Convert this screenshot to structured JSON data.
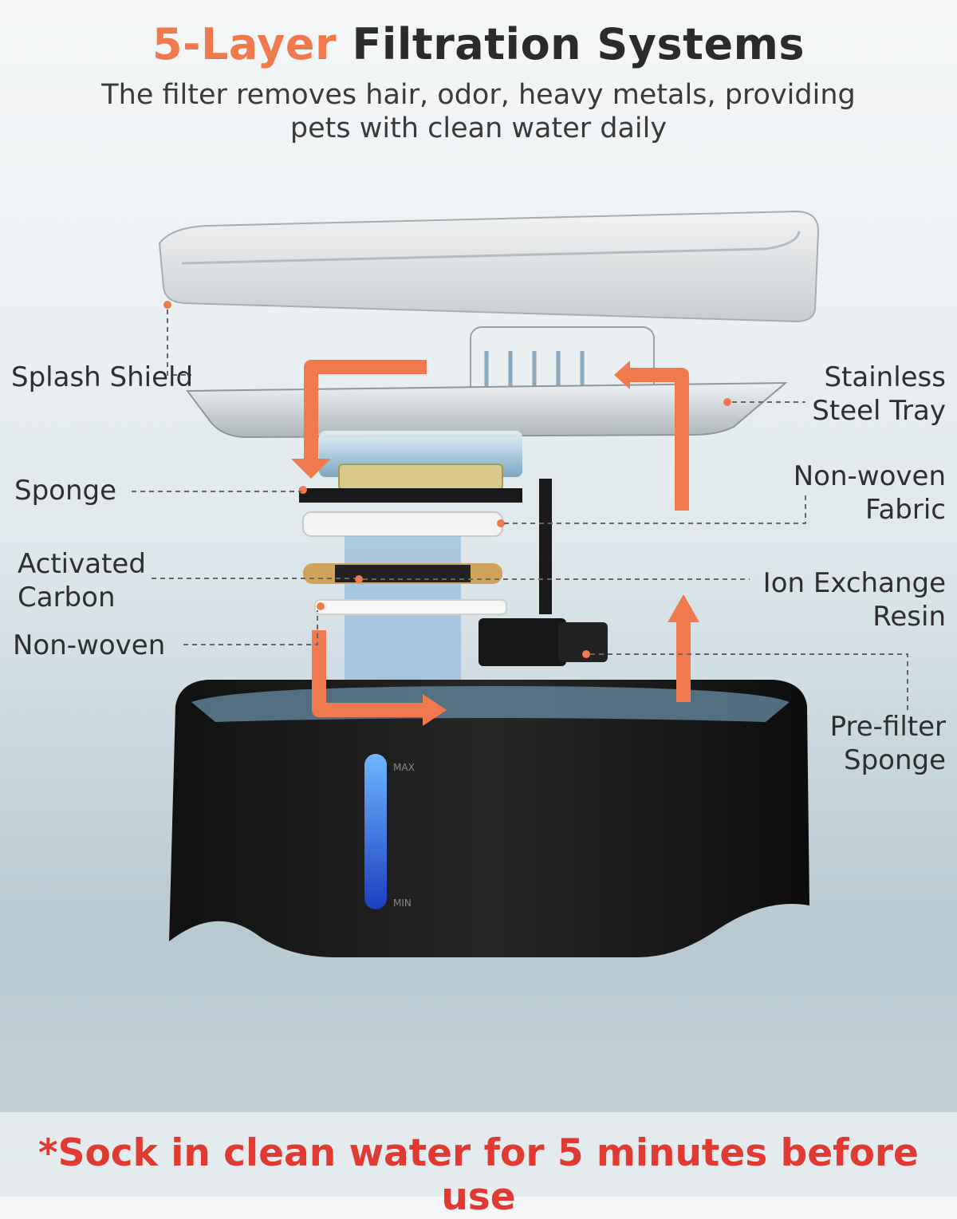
{
  "header": {
    "title_highlight": "5-Layer",
    "title_rest": "Filtration Systems",
    "subtitle_line1": "The filter removes hair, odor, heavy metals, providing",
    "subtitle_line2": "pets with clean water daily"
  },
  "labels": {
    "splash_shield": "Splash Shield",
    "stainless_line1": "Stainless",
    "stainless_line2": "Steel Tray",
    "sponge": "Sponge",
    "nonwoven_fabric_line1": "Non-woven",
    "nonwoven_fabric_line2": "Fabric",
    "activated_line1": "Activated",
    "activated_line2": "Carbon",
    "ion_line1": "Ion Exchange",
    "ion_line2": "Resin",
    "nonwoven": "Non-woven",
    "prefilter_line1": "Pre-filter",
    "prefilter_line2": "Sponge"
  },
  "gauge": {
    "max_label": "MAX",
    "min_label": "MIN"
  },
  "footer": {
    "notice": "*Sock in clean water for 5 minutes before use"
  },
  "colors": {
    "accent": "#f07a4e",
    "warning": "#e03a32",
    "base": "#1c1c1c"
  }
}
